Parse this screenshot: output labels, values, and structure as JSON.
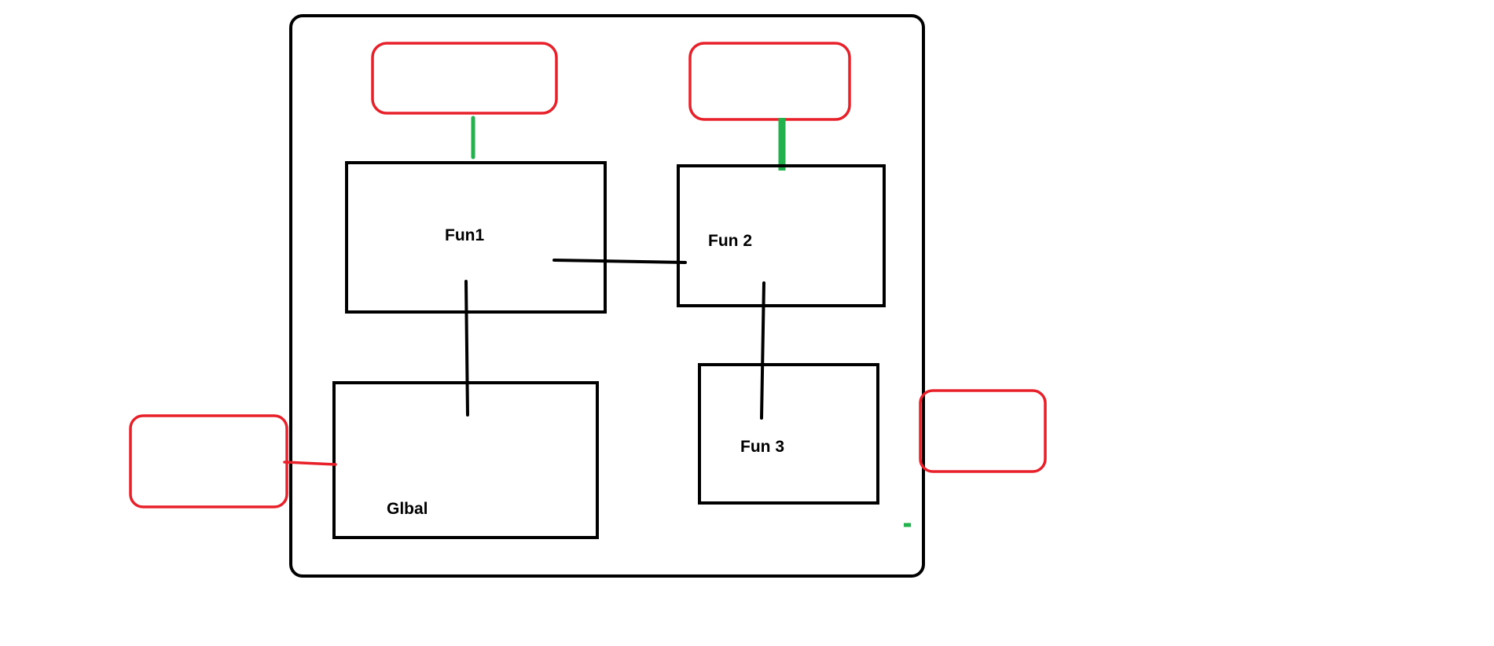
{
  "diagram": {
    "nodes": {
      "fun1": {
        "label": "Fun1"
      },
      "fun2": {
        "label": "Fun 2"
      },
      "fun3": {
        "label": "Fun 3"
      },
      "global": {
        "label": "Glbal"
      },
      "note_top_left": {
        "label": ""
      },
      "note_top_right": {
        "label": ""
      },
      "note_left": {
        "label": ""
      },
      "note_right": {
        "label": ""
      }
    },
    "colors": {
      "box_stroke": "#000000",
      "note_stroke": "#e8202a",
      "connector_black": "#000000",
      "connector_green": "#22b14c",
      "background": "#ffffff"
    }
  }
}
